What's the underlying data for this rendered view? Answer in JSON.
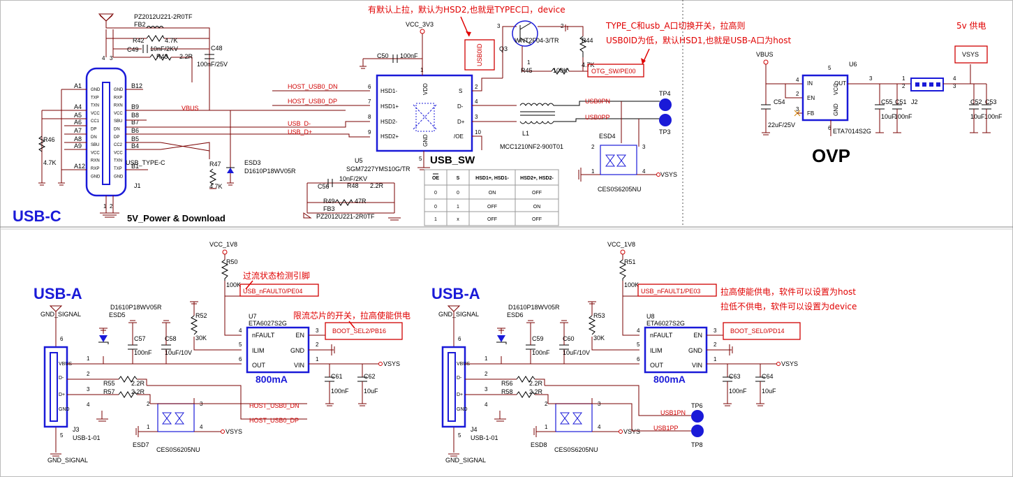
{
  "sections": {
    "usb_c": "USB-C",
    "power_download": "5V_Power & Download",
    "usb_sw": "USB_SW",
    "ovp": "OVP",
    "usb_a_left": "USB-A",
    "usb_a_right": "USB-A"
  },
  "notes": {
    "pull_up": "有默认上拉，默认为HSD2,也就是TYPEC口，device",
    "type_c_switch_1": "TYPE_C和usb_A口切换开关，拉高则",
    "type_c_switch_2": "USB0ID为低，默认HSD1,也就是USB-A口为host",
    "supply_5v": "5v 供电",
    "overcurrent": "过流状态检测引脚",
    "limit_switch": "限流芯片的开关，拉高使能供电",
    "enable_host": "拉高使能供电，软件可以设置为host",
    "disable_device": "拉低不供电，软件可以设置为device"
  },
  "net_labels": {
    "usb0id": "USB0ID",
    "otg_sw": "OTG_SW/PE00",
    "vsys_top": "VSYS",
    "nfault0": "USB_nFAULT0/PE04",
    "boot_sel2": "BOOT_SEL2/PB16",
    "nfault1": "USB_nFAULT1/PE03",
    "boot_sel0": "BOOT_SEL0/PD14",
    "host_dn": "HOST_USB0_DN",
    "host_dp": "HOST_USB0_DP",
    "host_dn2": "HOST_USB0_DN",
    "host_dp2": "HOST_USB0_DP",
    "usb_dm": "USB_D-",
    "usb_dp": "USB_D+",
    "vbus": "VBUS",
    "usb0pn": "USB0PN",
    "usb0pp": "USB0PP",
    "usb1pn": "USB1PN",
    "usb1pp": "USB1PP",
    "vsys": "VSYS",
    "vcc3v3": "VCC_3V3",
    "vcc1v8a": "VCC_1V8",
    "vcc1v8b": "VCC_1V8",
    "vbus_ovp": "VBUS",
    "gnd_signal": "GND_SIGNAL"
  },
  "components": {
    "fb2": "FB2",
    "fb2_part": "PZ2012U221-2R0TF",
    "r42": "R42",
    "r42_v": "4.7K",
    "c49": "C49",
    "c49_v": "10nF/2KV",
    "r43": "R43",
    "r43_v": "2.2R",
    "c48": "C48",
    "c48_v": "100nF/25V",
    "j1": "J1",
    "j1_part": "USB_TYPE-C",
    "r46": "R46",
    "r46_v": "4.7K",
    "r47": "R47",
    "r47_v": "4.7K",
    "esd3": "ESD3",
    "esd3_part": "D1610P18WV05R",
    "c50": "C50",
    "c50_v": "100nF",
    "u5": "U5",
    "u5_part": "SGM7227YMS10G/TR",
    "q3": "Q3",
    "q3_part": "WNT2F04-3/TR",
    "r44": "R44",
    "r44_v": "4.7K",
    "r45": "R45",
    "r45_v": "100K",
    "l1": "L1",
    "l1_part": "MCC1210NF2-900T01",
    "esd4": "ESD4",
    "esd4_part": "CES0S6205NU",
    "tp4": "TP4",
    "tp3": "TP3",
    "c56": "C56",
    "c56_v": "10nF/2KV",
    "r48": "R48",
    "r48_v": "2.2R",
    "r49": "R49",
    "r49_v": "47R",
    "fb3": "FB3",
    "fb3_part": "PZ2012U221-2R0TF",
    "u6": "U6",
    "u6_part": "ETA7014S2G",
    "c54": "C54",
    "c54_v": "22uF/25V",
    "c55": "C55",
    "c55_v": "10uF",
    "c51": "C51",
    "c51_v": "100nF",
    "j2": "J2",
    "c52": "C52",
    "c52_v": "10uF",
    "c53": "C53",
    "c53_v": "100nF",
    "esd5": "ESD5",
    "esd5_part": "D1610P18WV05R",
    "c57": "C57",
    "c57_v": "100nF",
    "c58": "C58",
    "c58_v": "10uF/10V",
    "r52": "R52",
    "r52_v": "30K",
    "r50": "R50",
    "r50_v": "100K",
    "u7": "U7",
    "u7_part": "ETA6027S2G",
    "u7_rating": "800mA",
    "c61": "C61",
    "c61_v": "100nF",
    "c62": "C62",
    "c62_v": "10uF",
    "r55": "R55",
    "r55_v": "2.2R",
    "r57": "R57",
    "r57_v": "2.2R",
    "j3": "J3",
    "j3_part": "USB-1-01",
    "esd7": "ESD7",
    "esd7_part": "CES0S6205NU",
    "esd6": "ESD6",
    "esd6_part": "D1610P18WV05R",
    "c59": "C59",
    "c59_v": "100nF",
    "c60": "C60",
    "c60_v": "10uF/10V",
    "r53": "R53",
    "r53_v": "30K",
    "r51": "R51",
    "r51_v": "100K",
    "u8": "U8",
    "u8_part": "ETA6027S2G",
    "u8_rating": "800mA",
    "c63": "C63",
    "c63_v": "100nF",
    "c64": "C64",
    "c64_v": "10uF",
    "r56": "R56",
    "r56_v": "2.2R",
    "r58": "R58",
    "r58_v": "2.2R",
    "j4": "J4",
    "j4_part": "USB-1-01",
    "esd8": "ESD8",
    "esd8_part": "CES0S6205NU",
    "tp6": "TP6",
    "tp8": "TP8"
  },
  "pins": {
    "u5": [
      "HSD1-",
      "HSD1+",
      "HSD2-",
      "HSD2+",
      "S",
      "D-",
      "D+",
      "/OE",
      "VDD",
      "GND"
    ],
    "u6": [
      "IN",
      "EN",
      "FB",
      "OUT",
      "VCC",
      "GND"
    ],
    "u7": [
      "nFAULT",
      "ILIM",
      "OUT",
      "EN",
      "GND",
      "VIN"
    ],
    "u8": [
      "nFAULT",
      "ILIM",
      "OUT",
      "EN",
      "GND",
      "VIN"
    ],
    "usb_a": [
      "VBUS",
      "D-",
      "D+",
      "GND"
    ],
    "j1_left": [
      "A1",
      "A4",
      "A5",
      "A6",
      "A7",
      "A8",
      "A9",
      "A12"
    ],
    "j1_right": [
      "B12",
      "B9",
      "B8",
      "B7",
      "B6",
      "B5",
      "B4",
      "B1"
    ],
    "j1_inner": [
      "GND",
      "TXP",
      "TXN",
      "VCC",
      "CC1",
      "DP",
      "DN",
      "SBU",
      "VCC",
      "RXN",
      "RXP",
      "GND"
    ],
    "j1_inner_r": [
      "GND",
      "RXP",
      "RXN",
      "VCC",
      "SBU",
      "DN",
      "DP",
      "CC2",
      "VCC",
      "TXN",
      "TXP",
      "GND"
    ]
  },
  "truth_table": {
    "headers": [
      "OE",
      "S",
      "HSD1+, HSD1-",
      "HSD2+, HSD2-"
    ],
    "rows": [
      [
        "0",
        "0",
        "ON",
        "OFF"
      ],
      [
        "0",
        "1",
        "OFF",
        "ON"
      ],
      [
        "1",
        "x",
        "OFF",
        "OFF"
      ]
    ]
  }
}
